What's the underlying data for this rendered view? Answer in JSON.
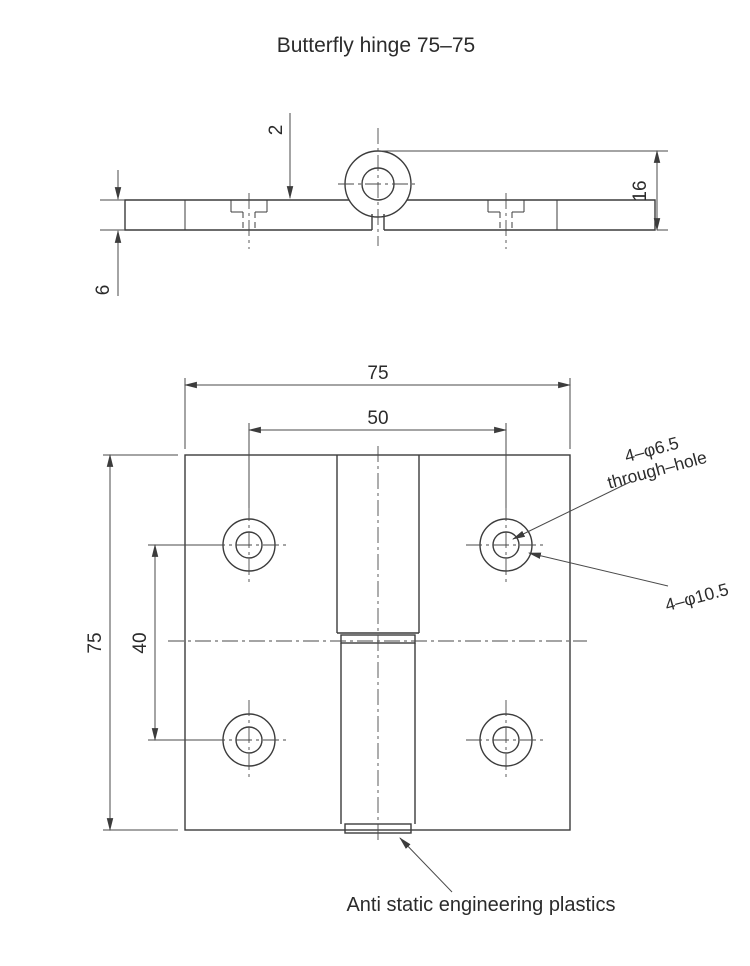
{
  "title": "Butterfly hinge 75–75",
  "side_view": {
    "dim_gap": "2",
    "dim_knuckle_height": "16",
    "dim_leaf_thickness": "6"
  },
  "front_view": {
    "dim_overall_width": "75",
    "dim_hole_pitch_horizontal": "50",
    "dim_overall_height": "75",
    "dim_hole_pitch_vertical": "40"
  },
  "callouts": {
    "through_hole_line1": "4–φ6.5",
    "through_hole_line2": "through–hole",
    "counterbore": "4–φ10.5",
    "material": "Anti static engineering plastics"
  },
  "colors": {
    "line": "#3c3c3c",
    "dimension_line": "#4a4a4a",
    "text": "#2b2b2b",
    "background": "#ffffff"
  }
}
